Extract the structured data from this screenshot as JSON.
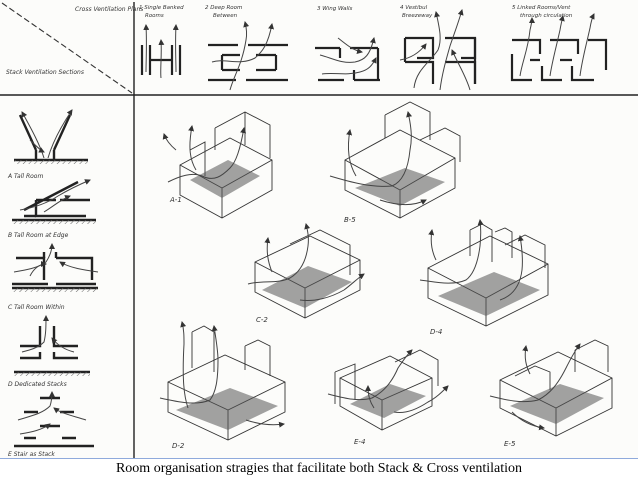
{
  "header": {
    "cross_title": "Cross Ventilation Plans",
    "stack_title": "Stack Ventilation Sections"
  },
  "plan_labels": [
    {
      "line1": "1 Single Banked",
      "line2": "Rooms"
    },
    {
      "line1": "2 Deep Room",
      "line2": "Between"
    },
    {
      "line1": "3 Wing Walls",
      "line2": ""
    },
    {
      "line1": "4 Vestibul",
      "line2": "Breezeway"
    },
    {
      "line1": "5 Linked Rooms/Vent",
      "line2": "through circulation"
    }
  ],
  "section_labels": [
    "A Tall Room",
    "B Tall Room at Edge",
    "C Tall Room Within",
    "D Dedicated Stacks",
    "E Stair as Stack"
  ],
  "drawing_labels": [
    "A-1",
    "B-5",
    "C-2",
    "D-4",
    "D-2",
    "E-4",
    "E-5"
  ],
  "caption": "Room organisation stragies that facilitate both Stack & Cross ventilation"
}
